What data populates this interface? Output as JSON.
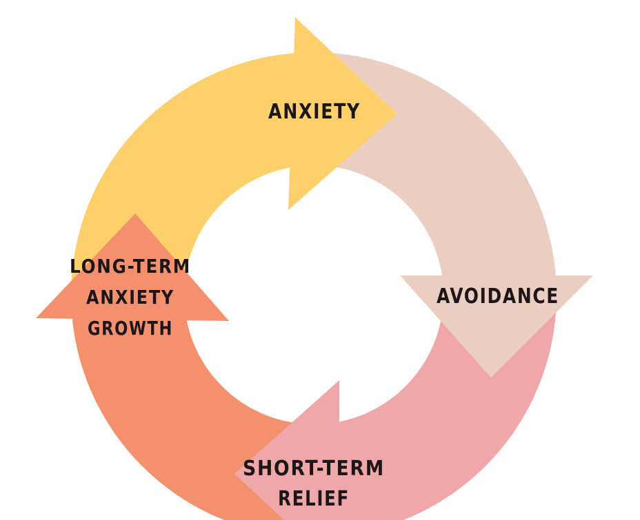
{
  "diagram": {
    "type": "cycle",
    "stages": [
      {
        "label_lines": [
          "ANXIETY"
        ],
        "color": "#FDD06B"
      },
      {
        "label_lines": [
          "AVOIDANCE"
        ],
        "color": "#EBCEC2"
      },
      {
        "label_lines": [
          "SHORT-TERM",
          "RELIEF"
        ],
        "color": "#EFA7AA"
      },
      {
        "label_lines": [
          "LONG-TERM",
          "ANXIETY",
          "GROWTH"
        ],
        "color": "#F4906E"
      }
    ]
  }
}
